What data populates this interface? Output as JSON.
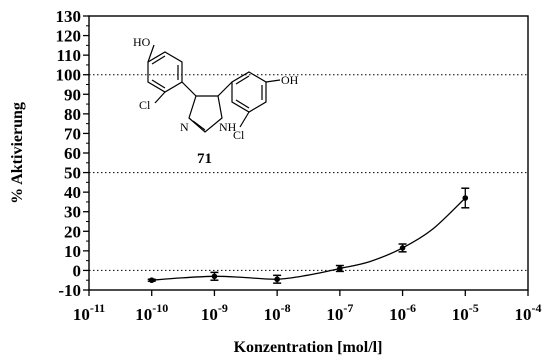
{
  "chart_data": {
    "type": "scatter",
    "title": "",
    "xlabel": "Konzentration [mol/l]",
    "ylabel": "% Aktivierung",
    "x_scale": "log",
    "xlim": [
      1e-11,
      0.0001
    ],
    "ylim": [
      -10,
      130
    ],
    "x_ticks": [
      {
        "value": 1e-11,
        "base": "10",
        "exp": "-11"
      },
      {
        "value": 1e-10,
        "base": "10",
        "exp": "-10"
      },
      {
        "value": 1e-09,
        "base": "10",
        "exp": "-9"
      },
      {
        "value": 1e-08,
        "base": "10",
        "exp": "-8"
      },
      {
        "value": 1e-07,
        "base": "10",
        "exp": "-7"
      },
      {
        "value": 1e-06,
        "base": "10",
        "exp": "-6"
      },
      {
        "value": 1e-05,
        "base": "10",
        "exp": "-5"
      },
      {
        "value": 0.0001,
        "base": "10",
        "exp": "-4"
      }
    ],
    "y_ticks": [
      "-10",
      "0",
      "10",
      "20",
      "30",
      "40",
      "50",
      "60",
      "70",
      "80",
      "90",
      "100",
      "110",
      "120",
      "130"
    ],
    "reference_lines": [
      0,
      50,
      100
    ],
    "points": [
      {
        "x": 1e-10,
        "y": -5,
        "err": 0.5
      },
      {
        "x": 1e-09,
        "y": -3,
        "err": 2
      },
      {
        "x": 1e-08,
        "y": -4.5,
        "err": 2
      },
      {
        "x": 1e-07,
        "y": 1,
        "err": 1.5
      },
      {
        "x": 1e-06,
        "y": 11.5,
        "err": 2
      },
      {
        "x": 1e-05,
        "y": 37,
        "err": 5
      }
    ],
    "curve": [
      [
        1e-10,
        -5
      ],
      [
        3e-10,
        -3.8
      ],
      [
        1e-09,
        -3
      ],
      [
        3e-09,
        -3.6
      ],
      [
        1e-08,
        -4.5
      ],
      [
        3e-08,
        -2.5
      ],
      [
        1e-07,
        1
      ],
      [
        3e-07,
        4.5
      ],
      [
        1e-06,
        11.5
      ],
      [
        3e-06,
        21
      ],
      [
        1e-05,
        37
      ]
    ],
    "annotations": {
      "compound_number": "71",
      "labels": {
        "ho": "HO",
        "oh": "OH",
        "cl1": "Cl",
        "cl2": "Cl",
        "n": "N",
        "nh": "NH"
      }
    }
  }
}
